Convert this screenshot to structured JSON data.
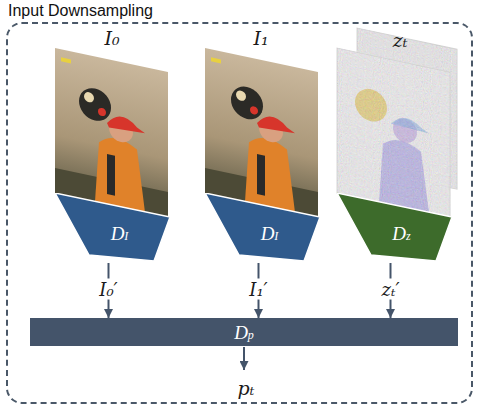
{
  "diagram": {
    "nodes": [
      {
        "text": [
          "Input Downsampling"
        ]
      },
      {
        "text": [
          "DI"
        ],
        "in": 0
      },
      {
        "text": [
          "DI"
        ],
        "in": 0
      },
      {
        "text": [
          "Dz"
        ],
        "in": 0
      },
      {
        "text": [
          "Dp"
        ],
        "in": 0
      }
    ],
    "edges": [
      {
        "from": 1,
        "to": 4,
        "arrow": "to",
        "label": "I₀′"
      },
      {
        "from": 2,
        "to": 4,
        "arrow": "to",
        "label": "I₁′"
      },
      {
        "from": 3,
        "to": 4,
        "arrow": "to",
        "label": "zₜ′"
      }
    ],
    "labels": [
      "I₀",
      "I₁",
      "zₜ",
      "pₜ"
    ]
  }
}
